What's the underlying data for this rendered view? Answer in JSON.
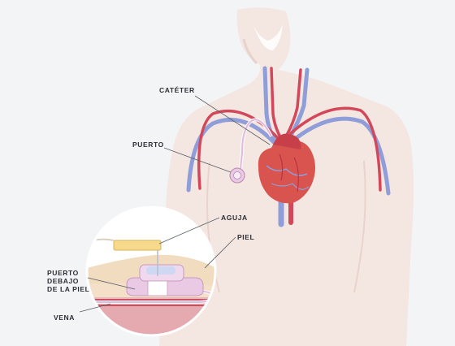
{
  "labels": {
    "catheter": "CATÉTER",
    "port": "PUERTO",
    "needle": "AGUJA",
    "skin": "PIEL",
    "port_under_skin": [
      "PUERTO",
      "DEBAJO",
      "DE LA PIEL"
    ],
    "vein": "VENA"
  },
  "colors": {
    "background": "#f2f4f6",
    "skin": "#f4e6e0",
    "artery": "#d2485a",
    "vein": "#8f9ed8",
    "heart": "#d9534f",
    "port_device": "#e9c9e3",
    "needle_hub": "#f6d98a",
    "label_line": "#5a5f66"
  }
}
